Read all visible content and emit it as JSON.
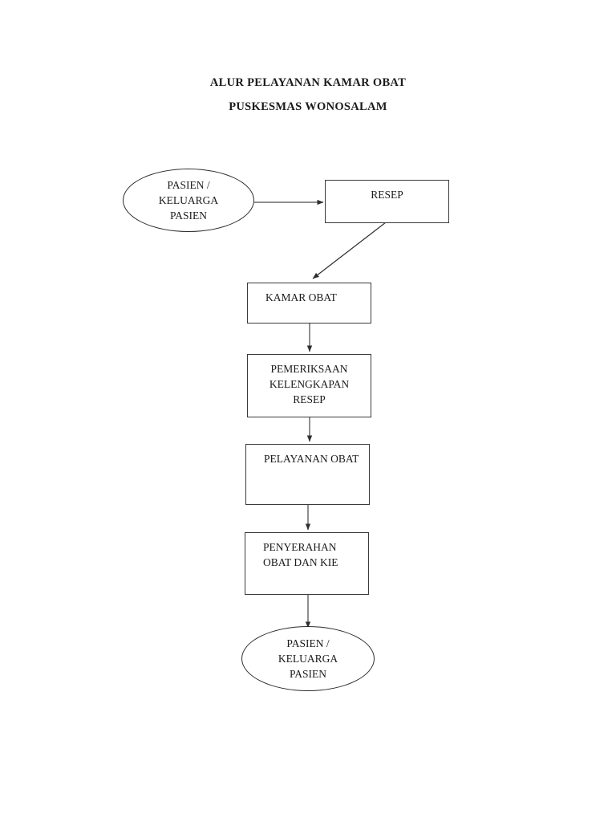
{
  "document": {
    "title_lines": [
      "ALUR PELAYANAN KAMAR OBAT",
      "PUSKESMAS WONOSALAM"
    ]
  },
  "colors": {
    "background": "#ffffff",
    "stroke": "#3a3a3a",
    "ellipse_stroke": "#2b2b2b",
    "text": "#1b1b1b",
    "arrow": "#555555"
  },
  "chart_data": {
    "type": "diagram",
    "title": "ALUR PELAYANAN KAMAR OBAT PUSKESMAS WONOSALAM",
    "nodes": [
      {
        "id": "start",
        "shape": "ellipse",
        "label": "PASIEN /\nKELUARGA\nPASIEN"
      },
      {
        "id": "resep",
        "shape": "rectangle",
        "label": "RESEP"
      },
      {
        "id": "kamar",
        "shape": "rectangle",
        "label": "KAMAR OBAT"
      },
      {
        "id": "pemeriksaan",
        "shape": "rectangle",
        "label": "PEMERIKSAAN\nKELENGKAPAN\nRESEP"
      },
      {
        "id": "pelayanan",
        "shape": "rectangle",
        "label": "PELAYANAN OBAT"
      },
      {
        "id": "penyerahan",
        "shape": "rectangle",
        "label": "PENYERAHAN\nOBAT DAN KIE"
      },
      {
        "id": "end",
        "shape": "ellipse",
        "label": "PASIEN /\nKELUARGA\nPASIEN"
      }
    ],
    "edges": [
      {
        "from": "start",
        "to": "resep",
        "style": "horizontal-arrow"
      },
      {
        "from": "resep",
        "to": "kamar",
        "style": "diagonal-arrow"
      },
      {
        "from": "kamar",
        "to": "pemeriksaan",
        "style": "vertical-arrow"
      },
      {
        "from": "pemeriksaan",
        "to": "pelayanan",
        "style": "vertical-arrow"
      },
      {
        "from": "pelayanan",
        "to": "penyerahan",
        "style": "vertical-arrow"
      },
      {
        "from": "penyerahan",
        "to": "end",
        "style": "vertical-arrow"
      }
    ]
  }
}
